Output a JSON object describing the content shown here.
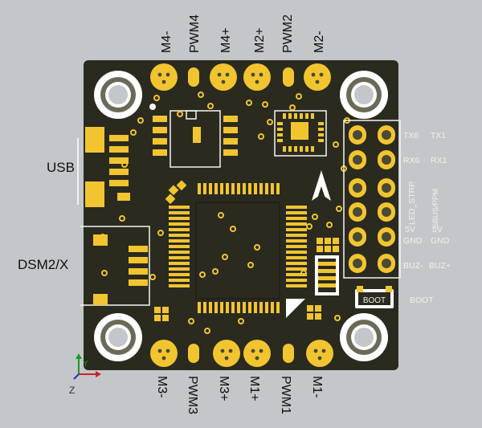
{
  "board": {
    "top_pins": [
      "M4-",
      "PWM4",
      "M4+",
      "M2+",
      "PWM2",
      "M2-"
    ],
    "bottom_pins": [
      "M3-",
      "PWM3",
      "M3+",
      "M1+",
      "PWM1",
      "M1-"
    ],
    "side_labels": {
      "usb": "USB",
      "dsm": "DSM2/X"
    },
    "right_pins": {
      "row1": [
        "TX6",
        "TX1"
      ],
      "row2": [
        "RX6",
        "RX1"
      ],
      "vertical": [
        "LED_STRP",
        "SBUS/PPM"
      ],
      "row4": [
        "5V",
        "5V"
      ],
      "row5": [
        "GND",
        "GND"
      ],
      "row6": [
        "BUZ-",
        "BUZ+"
      ]
    },
    "boot_silk": "BOOT",
    "boot_label": "BOOT",
    "axis": {
      "y": "Y",
      "z": "Z"
    },
    "colors": {
      "pcb": "#2a2a1f",
      "gold": "#f2c530",
      "silk": "#f4f4f4",
      "background": "#c3c7c9"
    }
  }
}
